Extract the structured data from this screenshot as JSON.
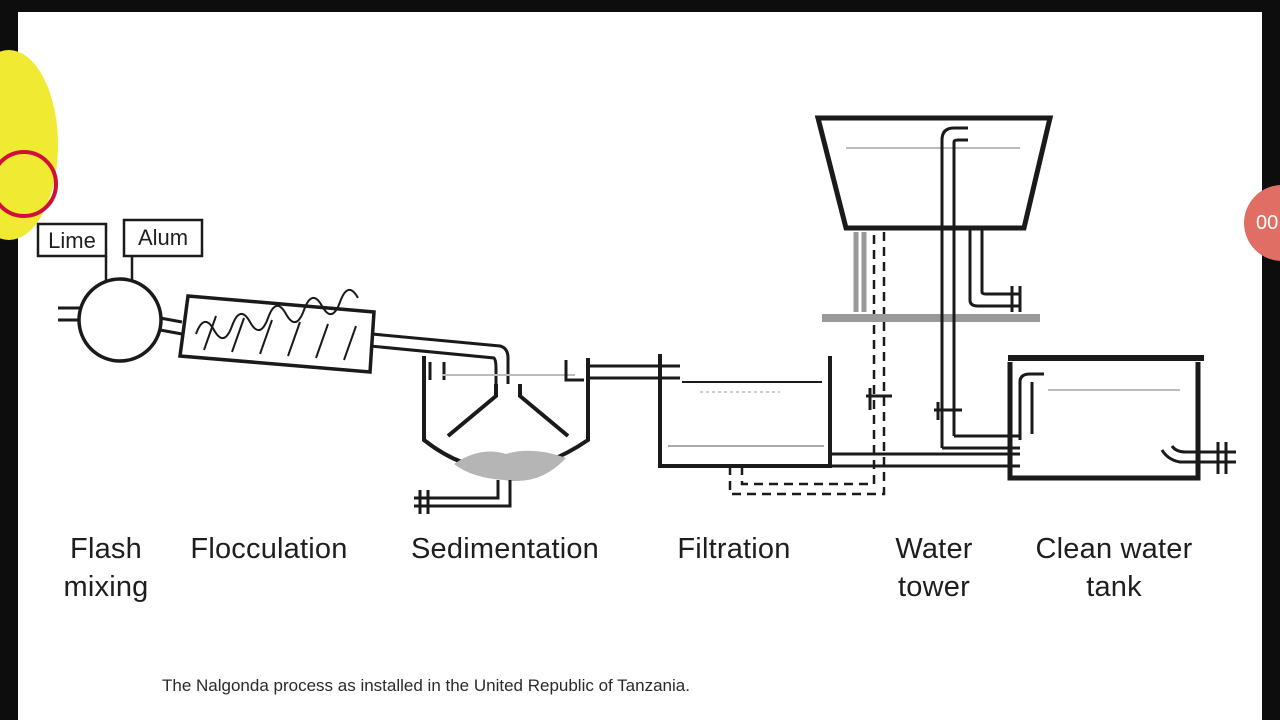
{
  "inputs": {
    "lime": "Lime",
    "alum": "Alum"
  },
  "stages": {
    "flash_mixing": {
      "line1": "Flash",
      "line2": "mixing"
    },
    "flocculation": {
      "line1": "Flocculation"
    },
    "sedimentation": {
      "line1": "Sedimentation"
    },
    "filtration": {
      "line1": "Filtration"
    },
    "water_tower": {
      "line1": "Water",
      "line2": "tower"
    },
    "clean_water_tank": {
      "line1": "Clean water",
      "line2": "tank"
    }
  },
  "caption": "The Nalgonda process as installed in the United Republic of Tanzania.",
  "overlay": {
    "badge_text": "00"
  },
  "colors": {
    "line": "#1a1a1a",
    "badge_yellow": "#f1ea32",
    "badge_red": "#e06e64"
  }
}
